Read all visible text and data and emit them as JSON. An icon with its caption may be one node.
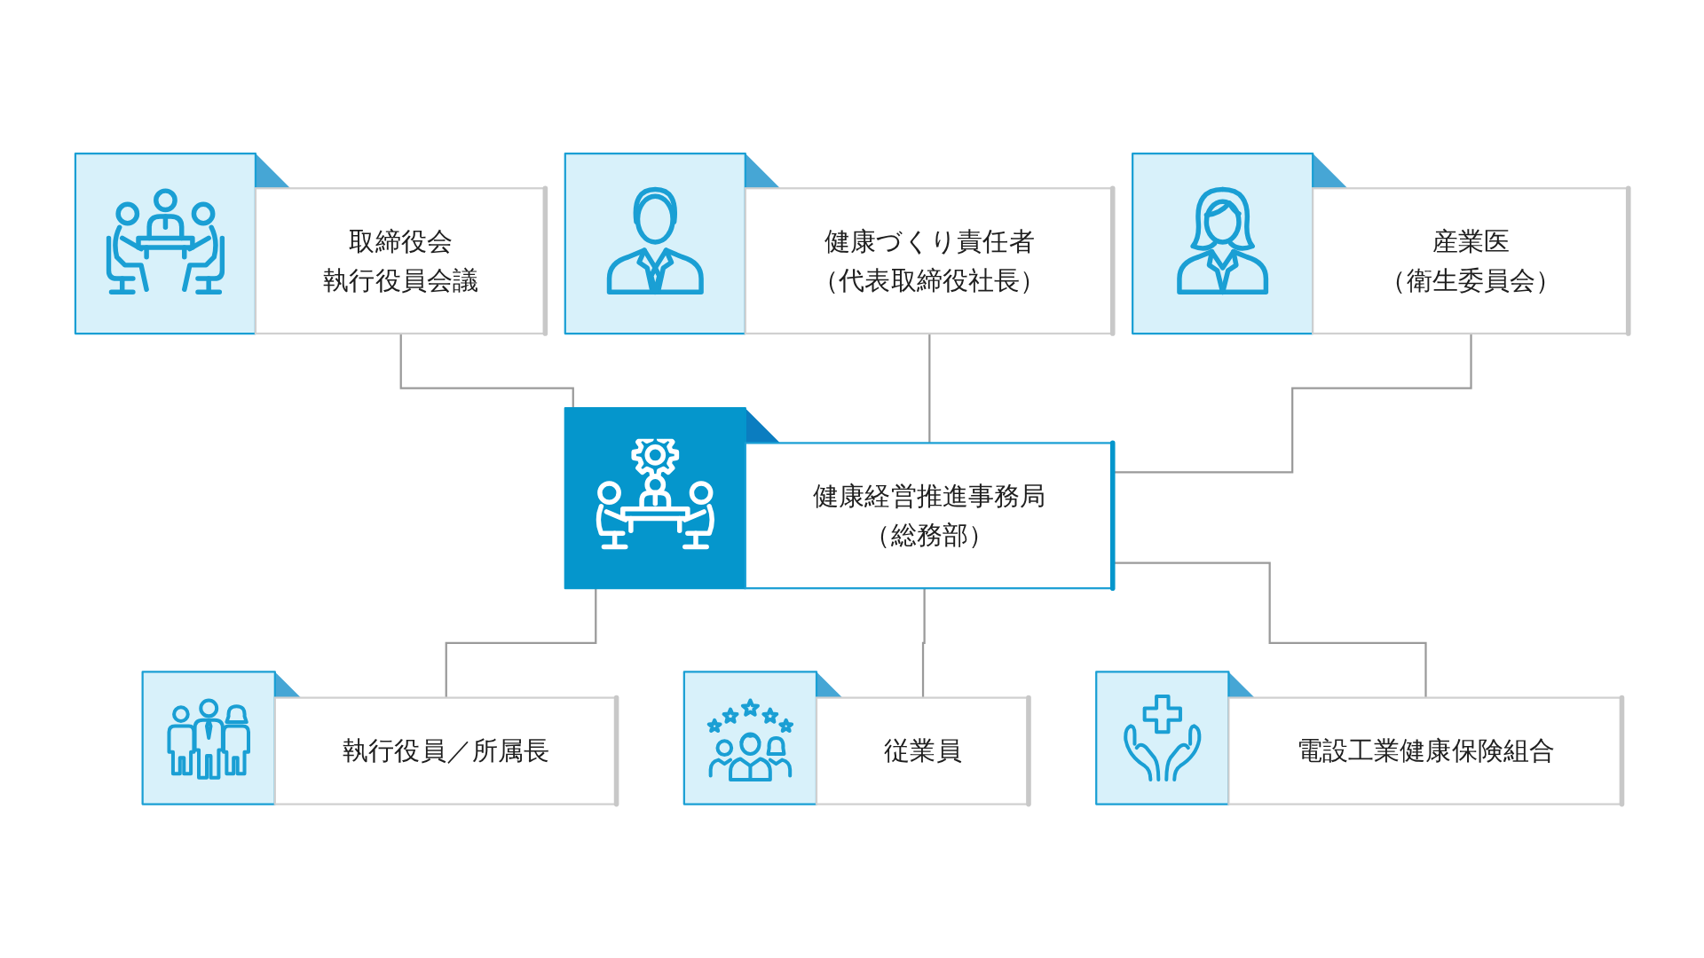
{
  "diagram": {
    "nodes": [
      {
        "text": [
          "健康づくり責任者",
          "（代表取締役社長）"
        ]
      },
      {
        "text": [
          "取締役会",
          "執行役員会議"
        ]
      },
      {
        "text": [
          "産業医",
          "（衛生委員会）"
        ]
      },
      {
        "text": [
          "健康経営推進事務局",
          "（総務部）"
        ]
      },
      {
        "text": [
          "執行役員／所属長"
        ]
      },
      {
        "text": [
          "電設工業健康保険組合"
        ]
      },
      {
        "text": [
          "従業員"
        ]
      }
    ],
    "edges": [
      {
        "from": 1,
        "to": 3,
        "arrow": "none"
      },
      {
        "from": 0,
        "to": 3,
        "arrow": "none"
      },
      {
        "from": 2,
        "to": 3,
        "arrow": "none"
      },
      {
        "from": 3,
        "to": 4,
        "arrow": "none"
      },
      {
        "from": 3,
        "to": 6,
        "arrow": "none"
      },
      {
        "from": 3,
        "to": 5,
        "arrow": "none"
      }
    ]
  }
}
